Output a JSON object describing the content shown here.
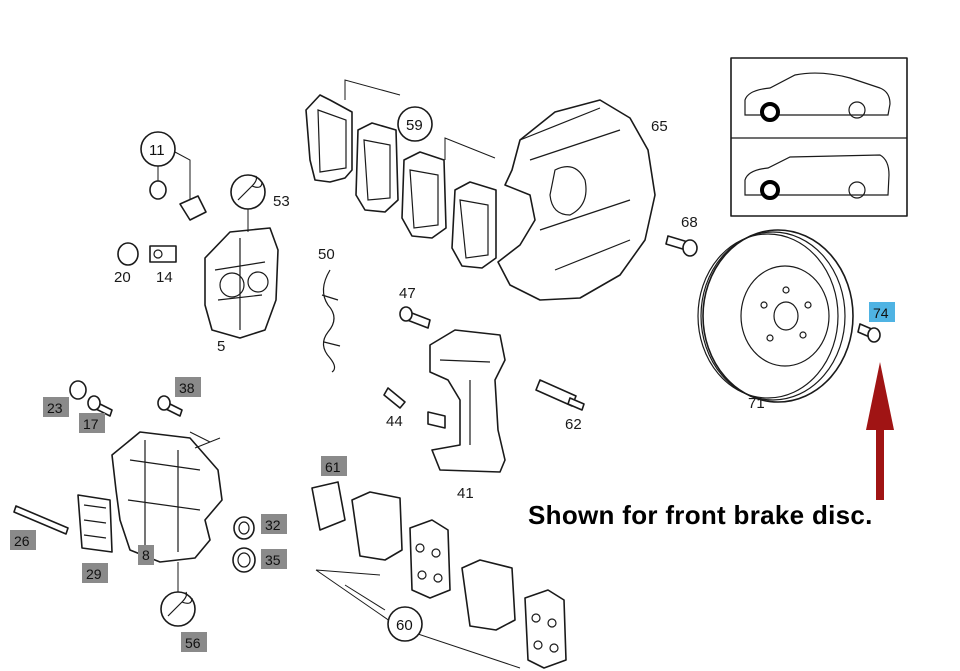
{
  "labels": {
    "n5": "5",
    "n8": "8",
    "n11": "11",
    "n14": "14",
    "n17": "17",
    "n20": "20",
    "n23": "23",
    "n26": "26",
    "n29": "29",
    "n32": "32",
    "n35": "35",
    "n38": "38",
    "n41": "41",
    "n44": "44",
    "n47": "47",
    "n50": "50",
    "n53": "53",
    "n56": "56",
    "n59": "59",
    "n60": "60",
    "n61": "61",
    "n62": "62",
    "n65": "65",
    "n68": "68",
    "n71": "71",
    "n74": "74"
  },
  "caption": "Shown for front brake disc.",
  "colors": {
    "gray_box": "#8a8a8a",
    "highlight": "#4fb3e3",
    "arrow": "#a01414",
    "line": "#1a1a1a"
  }
}
